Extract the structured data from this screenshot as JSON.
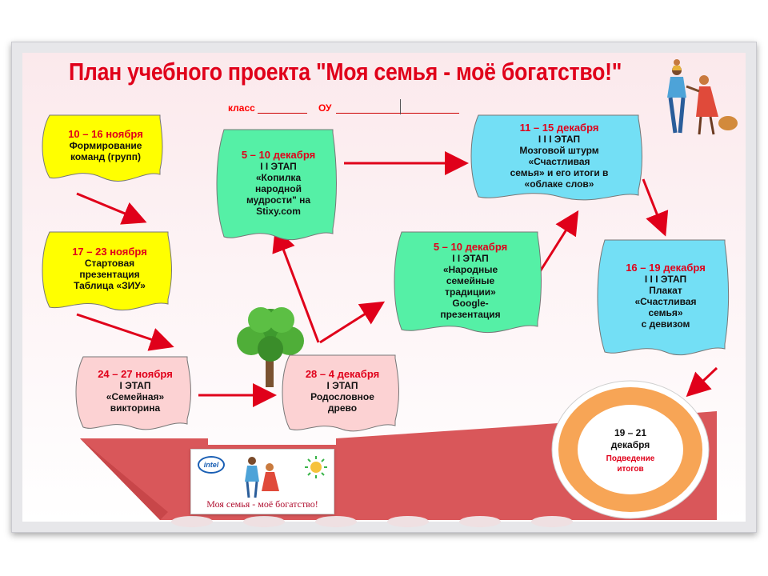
{
  "title": "План учебного проекта \"Моя семья - моё богатство!\"",
  "form": {
    "class_label": "класс",
    "school_label": "ОУ"
  },
  "stages": [
    {
      "id": "s1",
      "date": "10 – 16 ноября",
      "stage": "",
      "desc": [
        "Формирование",
        "команд (групп)"
      ]
    },
    {
      "id": "s2",
      "date": "17 – 23 ноября",
      "stage": "",
      "desc": [
        "Стартовая",
        "презентация",
        "Таблица «ЗИУ»"
      ]
    },
    {
      "id": "s3",
      "date": "24 – 27 ноября",
      "stage": "I ЭТАП",
      "desc": [
        "«Семейная»",
        "викторина"
      ]
    },
    {
      "id": "s4",
      "date": "28 – 4 декабря",
      "stage": "I ЭТАП",
      "desc": [
        "Родословное",
        "древо"
      ]
    },
    {
      "id": "s5",
      "date": "5 – 10 декабря",
      "stage": "I I ЭТАП",
      "desc": [
        "«Копилка",
        "народной",
        "мудрости\" на",
        "Stixy.com"
      ]
    },
    {
      "id": "s6",
      "date": "5 – 10 декабря",
      "stage": "I I ЭТАП",
      "desc": [
        "«Народные",
        "семейные",
        "традиции»",
        "Google-",
        "презентация"
      ]
    },
    {
      "id": "s7",
      "date": "11 – 15 декабря",
      "stage": "I I I  ЭТАП",
      "desc": [
        "Мозговой штурм",
        "«Счастливая",
        "семья» и его итоги в",
        "«облаке слов»"
      ]
    },
    {
      "id": "s8",
      "date": "16 – 19 декабря",
      "stage": "I I I  ЭТАП",
      "desc": [
        "Плакат",
        "«Счастливая",
        "семья»",
        "с девизом"
      ]
    }
  ],
  "final": {
    "date": "19 – 21 декабря",
    "label": "Подведение итогов"
  },
  "logo": {
    "caption": "Моя семья - моё богатство!",
    "intel": "intel"
  },
  "colors": {
    "title": "#e0001a",
    "yellow": "#ffff00",
    "green": "#55f0a6",
    "blue": "#73dff5",
    "pink": "#fcd2d3",
    "ship": "#d9575a",
    "arrow": "#e0001a",
    "ring": "#f7a556"
  }
}
